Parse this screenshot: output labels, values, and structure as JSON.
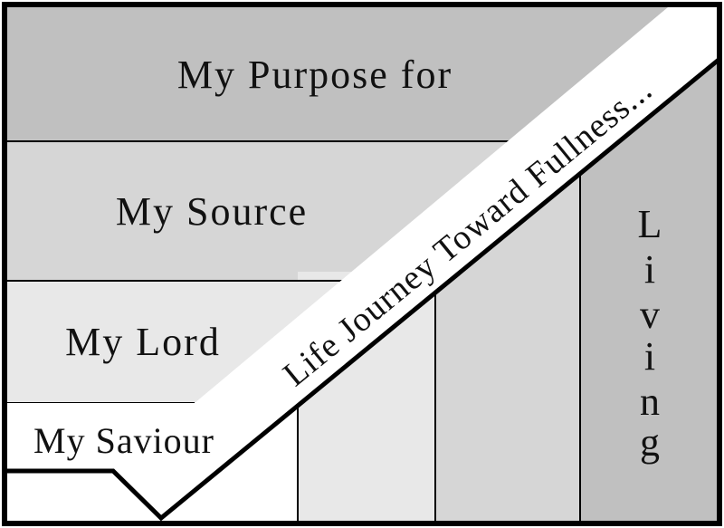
{
  "diagram": {
    "title": "Life Journey Toward Fullness...",
    "band_label": "Life Journey Toward Fullness...",
    "rows": [
      {
        "label": "My Purpose for",
        "fill": "#c0c0c0"
      },
      {
        "label": "My Source",
        "fill": "#d6d6d6"
      },
      {
        "label": "My Lord",
        "fill": "#e8e8e8"
      },
      {
        "label": "My Saviour",
        "fill": "#ffffff"
      }
    ],
    "columns": [
      {
        "fill": "#e8e8e8"
      },
      {
        "fill": "#d6d6d6"
      },
      {
        "label": "Living",
        "letters": [
          "L",
          "i",
          "v",
          "i",
          "n",
          "g"
        ],
        "fill": "#c0c0c0"
      }
    ],
    "colors": {
      "border": "#000000",
      "band": "#ffffff",
      "text": "#111111"
    }
  }
}
